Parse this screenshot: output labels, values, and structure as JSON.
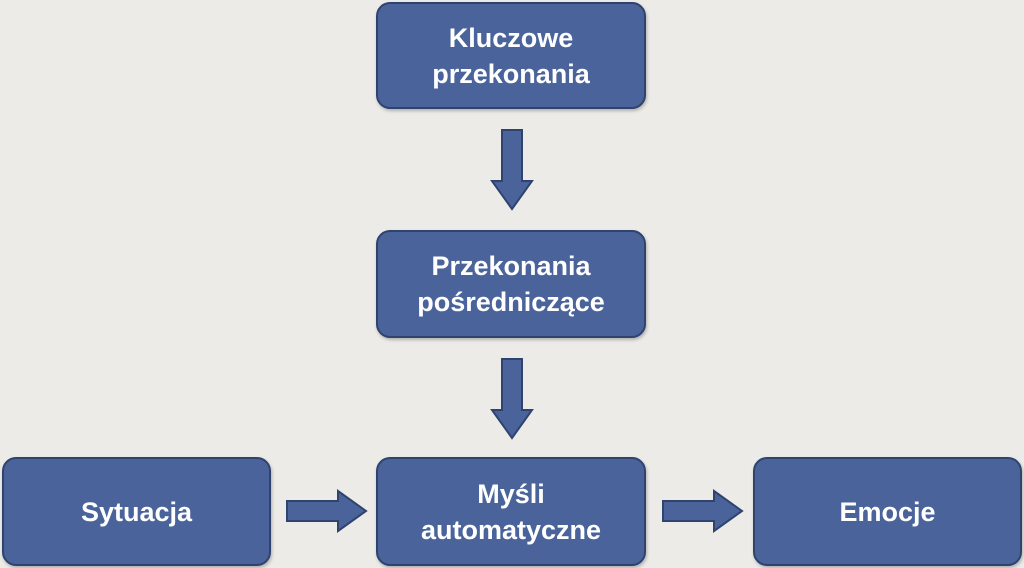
{
  "diagram": {
    "nodes": {
      "core_beliefs": "Kluczowe\nprzekonania",
      "intermediate_beliefs": "Przekonania\npośredniczące",
      "situation": "Sytuacja",
      "automatic_thoughts": "Myśli\nautomatyczne",
      "emotions": "Emocje"
    },
    "edges": [
      {
        "from": "core_beliefs",
        "to": "intermediate_beliefs"
      },
      {
        "from": "intermediate_beliefs",
        "to": "automatic_thoughts"
      },
      {
        "from": "situation",
        "to": "automatic_thoughts"
      },
      {
        "from": "automatic_thoughts",
        "to": "emotions"
      }
    ],
    "colors": {
      "background": "#ecebe8",
      "box_fill": "#4a649b",
      "box_border": "#2f436f",
      "text": "#ffffff"
    }
  }
}
